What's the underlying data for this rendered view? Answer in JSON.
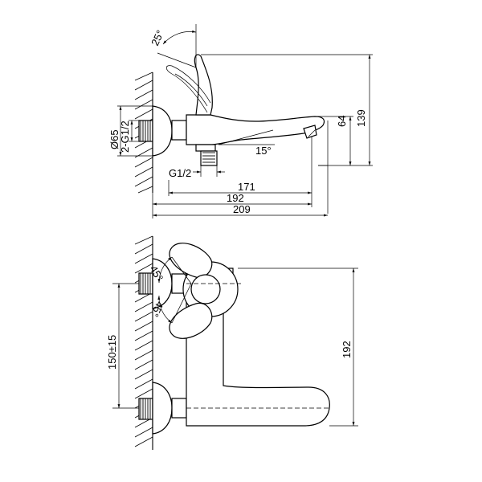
{
  "drawing": {
    "side_view": {
      "angle_handle": "25°",
      "angle_spout": "15°",
      "dim_diameter": "Ø65",
      "dim_thread_pair": "2-G1/2",
      "dim_thread": "G1/2",
      "dim_spout_height": "64",
      "dim_total_height": "139",
      "dim_171": "171",
      "dim_192": "192",
      "dim_209": "209"
    },
    "top_view": {
      "angle_upper": "45°",
      "angle_lower": "45°",
      "dim_centers": "150±15",
      "dim_depth": "192"
    }
  }
}
